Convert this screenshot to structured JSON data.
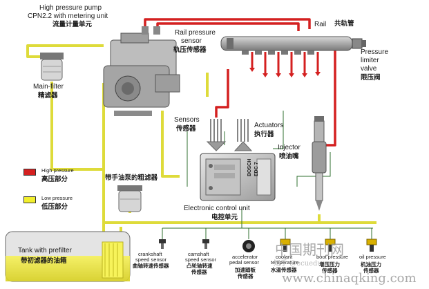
{
  "diagram": {
    "pump": {
      "title_en_1": "High pressure pump",
      "title_en_2": "CPN2.2 with metering unit",
      "title_cn": "流量计量单元"
    },
    "rail": {
      "en": "Rail",
      "cn": "共轨管"
    },
    "rail_sensor": {
      "en_1": "Rail pressure",
      "en_2": "sensor",
      "cn": "轨压传感器"
    },
    "limiter": {
      "en_1": "Pressure",
      "en_2": "limiter",
      "en_3": "valve",
      "cn": "限压阀"
    },
    "main_filter": {
      "en": "Main-filter",
      "cn": "精滤器"
    },
    "sensors": {
      "en": "Sensors",
      "cn": "传感器"
    },
    "actuators": {
      "en": "Actuators",
      "cn": "执行器"
    },
    "injector": {
      "en": "Injector",
      "cn": "喷油嘴"
    },
    "legend": {
      "high_en": "High pressure",
      "high_cn": "高压部分",
      "low_en": "Low pressure",
      "low_cn": "低压部分",
      "high_color": "#d42020",
      "low_color": "#f2ef2e"
    },
    "hand_pump_filter": {
      "cn": "带手油泵的粗滤器"
    },
    "ecu": {
      "en": "Electronic control unit",
      "cn": "电控单元",
      "brand": "BOSCH",
      "model": "EDC 7"
    },
    "tank": {
      "en": "Tank with prefilter",
      "cn": "带初滤器的油箱"
    },
    "bottom_sensors": [
      {
        "en_1": "crankshaft",
        "en_2": "speed sensor",
        "cn": "曲轴转速传感器"
      },
      {
        "en_1": "camshaft",
        "en_2": "speed sensor",
        "cn_1": "凸轮轴转速",
        "cn_2": "传感器"
      },
      {
        "en_1": "accelerator",
        "en_2": "pedal sensor",
        "cn_1": "加速踏板",
        "cn_2": "传感器"
      },
      {
        "en_1": "coolant",
        "en_2": "temperature",
        "cn": "水温传感器"
      },
      {
        "en_1": "boot pressure",
        "cn_1": "增压压力",
        "cn_2": "传感器"
      },
      {
        "en_1": "oil pressure",
        "cn_1": "机油压力",
        "cn_2": "传感器"
      }
    ],
    "watermark": {
      "line1": "中国期刊网",
      "line2": "www.chinaqking.com",
      "faint": "知乎 @ecuedu"
    }
  }
}
